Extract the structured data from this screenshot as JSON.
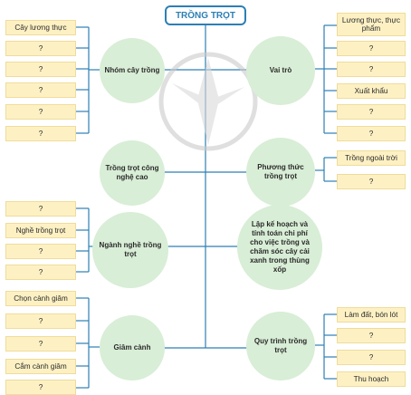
{
  "title": "TRỒNG TRỌT",
  "nodes": {
    "nhom_cay_trong": "Nhóm cây trồng",
    "vai_tro": "Vai trò",
    "trong_trot_cnc": "Trồng trọt công nghệ cao",
    "phuong_thuc": "Phương thức trồng trọt",
    "nganh_nghe": "Ngành nghề trồng trọt",
    "lap_ke_hoach": "Lập kế hoạch và tính toán chi phí cho việc trồng và chăm sóc cây cải xanh trong thùng xốp",
    "giam_canh": "Giâm cành",
    "quy_trinh": "Quy trình trồng trọt"
  },
  "boxes": {
    "nhom": [
      "Cây lương thực",
      "?",
      "?",
      "?",
      "?",
      "?"
    ],
    "vai_tro": [
      "Lương thực, thực phẩm",
      "?",
      "?",
      "Xuất khẩu",
      "?",
      "?"
    ],
    "phuong_thuc": [
      "Trồng ngoài trời",
      "?"
    ],
    "nganh_nghe": [
      "?",
      "Nghề trồng trọt",
      "?",
      "?"
    ],
    "giam_canh": [
      "Chọn cành giâm",
      "?",
      "?",
      "Cắm cành giâm",
      "?"
    ],
    "quy_trinh": [
      "Làm đất, bón lót",
      "?",
      "?",
      "Thu hoạch"
    ]
  }
}
